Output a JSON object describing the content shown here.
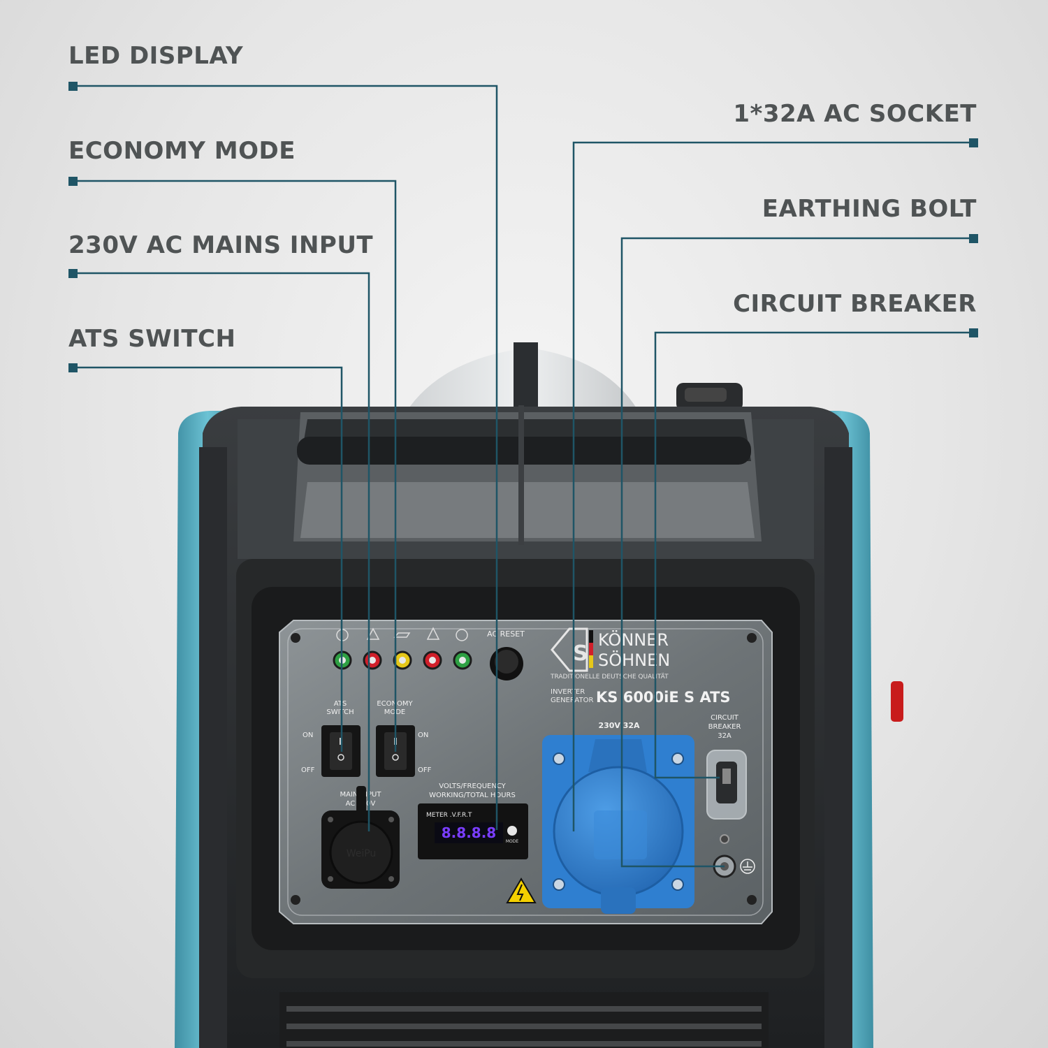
{
  "callouts": {
    "led_display": "LED DISPLAY",
    "economy_mode": "ECONOMY MODE",
    "mains_input": "230V AC MAINS INPUT",
    "ats_switch": "ATS SWITCH",
    "ac_socket": "1*32A AC SOCKET",
    "earthing_bolt": "EARTHING BOLT",
    "circuit_breaker": "CIRCUIT BREAKER"
  },
  "panel": {
    "ac_reset": "AC RESET",
    "brand_line1": "KÖNNER",
    "brand_line2": "SÖHNEN",
    "brand_tagline": "TRADITIONELLE DEUTSCHE QUALITÄT",
    "type_line1": "INVERTER",
    "type_line2": "GENERATOR",
    "model": "KS 6000iE S ATS",
    "ats_label_1": "ATS",
    "ats_label_2": "SWITCH",
    "eco_label_1": "ECONOMY",
    "eco_label_2": "MODE",
    "on_left": "ON",
    "off_left": "OFF",
    "on_right": "ON",
    "off_right": "OFF",
    "mains_label_1": "MAIN INPUT",
    "mains_label_2": "AC 230V",
    "meter_label_1": "VOLTS/FREQUENCY",
    "meter_label_2": "WORKING/TOTAL HOURS",
    "meter_title": "METER .V.F.R.T",
    "meter_digits": "8.8.8.8",
    "meter_mode": "MODE",
    "socket_rating": "230V 32A",
    "breaker_1": "CIRCUIT",
    "breaker_2": "BREAKER",
    "breaker_3": "32A",
    "inlet_brand": "WeiPu"
  },
  "colors": {
    "leader_line": "#1f5566",
    "callout_text": "#4f5354",
    "body_teal": "#5fb3c6",
    "socket_blue": "#2f7fd0",
    "led_green": "#2ea043",
    "led_red": "#d11f2a",
    "led_yellow": "#e5c719"
  }
}
